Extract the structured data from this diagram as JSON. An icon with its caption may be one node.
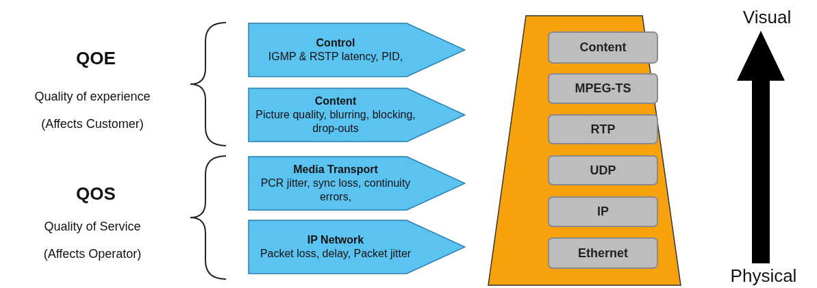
{
  "diagram": {
    "nodes": [
      {
        "text": [
          "Control",
          "IGMP & RSTP latency, PID,"
        ]
      },
      {
        "text": [
          "Content",
          "Picture quality, blurring, blocking, drop-outs"
        ]
      },
      {
        "text": [
          "Media Transport",
          "PCR jitter, sync loss, continuity errors,"
        ]
      },
      {
        "text": [
          "IP Network",
          "Packet loss, delay, Packet jitter"
        ]
      },
      {
        "text": [],
        "shape": "trapezoid"
      },
      {
        "text": [
          "Content"
        ],
        "in": 4
      },
      {
        "text": [
          "MPEG-TS"
        ],
        "in": 4
      },
      {
        "text": [
          "RTP"
        ],
        "in": 4
      },
      {
        "text": [
          "UDP"
        ],
        "in": 4
      },
      {
        "text": [
          "IP"
        ],
        "in": 4
      },
      {
        "text": [
          "Ethernet"
        ],
        "in": 4
      }
    ],
    "edges": [],
    "labels": [
      "QOE",
      "Quality of experience",
      "(Affects Customer)",
      "QOS",
      "Quality of Service",
      "(Affects Operator)",
      "Visual",
      "Physical"
    ]
  }
}
